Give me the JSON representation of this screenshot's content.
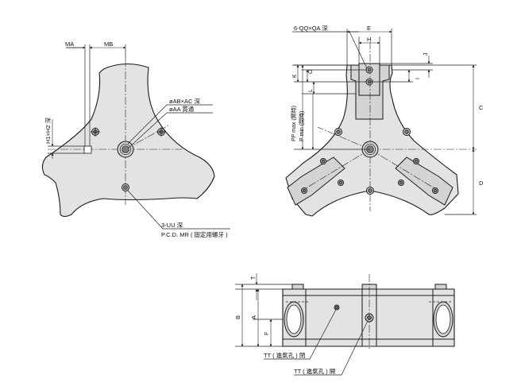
{
  "labels": {
    "ma": "MA",
    "mb": "MB",
    "ab_ac": "øAB×AC 深",
    "aa": "øAA 貫通",
    "h1h2": "H1×H2 深",
    "uu": "3-UU 深",
    "pcd": "P.C.D. MR ( 固定用螺牙 )",
    "qq": "6-QQ×QA 深",
    "e": "E",
    "h": "H",
    "j": "J",
    "o": "O",
    "k": "K",
    "i": "I",
    "l": "L",
    "c": "C",
    "d": "D",
    "pp_max": "PP max (開時)",
    "p_min": "P min (閉時)",
    "t": "T",
    "b": "B",
    "a": "A",
    "f": "F",
    "tt_close": "TT ( 進氣孔 ) 閉",
    "tt_open": "TT ( 進氣孔 ) 開"
  }
}
